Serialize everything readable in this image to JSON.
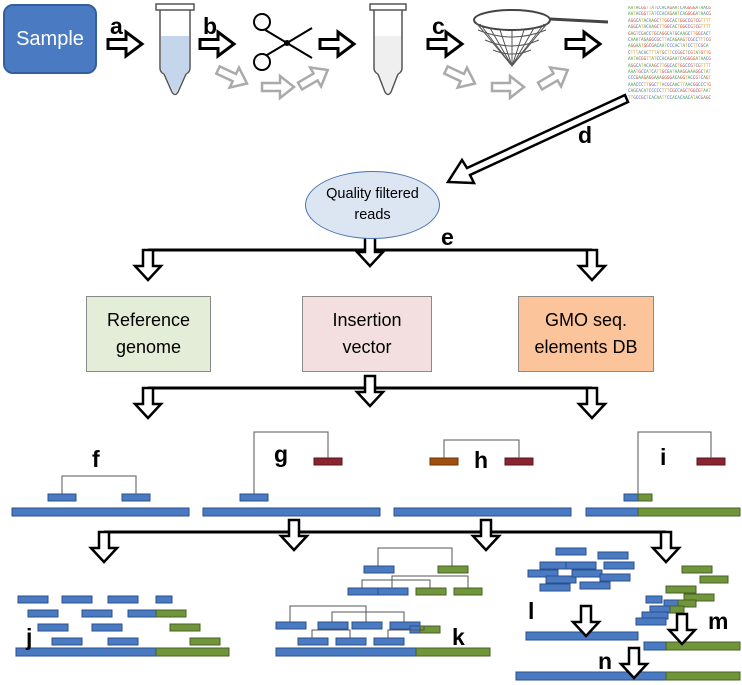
{
  "sample_label": "Sample",
  "quality_label": "Quality filtered\nreads",
  "boxes": {
    "reference": {
      "label": "Reference\ngenome",
      "fill": "#e4edd8"
    },
    "insertion": {
      "label": "Insertion\nvector",
      "fill": "#f3dfdf"
    },
    "gmo": {
      "label": "GMO seq.\nelements DB",
      "fill": "#fbc49a"
    }
  },
  "steps": {
    "a": "a",
    "b": "b",
    "c": "c",
    "d": "d",
    "e": "e",
    "f": "f",
    "g": "g",
    "h": "h",
    "i": "i",
    "j": "j",
    "k": "k",
    "l": "l",
    "m": "m",
    "n": "n"
  },
  "sequence_lines": [
    "AATACGGTTATCCACAGAATCAGGGGATAACG",
    "AATACGGTTATCCACAGAATCAGGGGATAACG",
    "AGGCATACAAGCTTGGCACTGGCCGTCGTTTT",
    "AGGCATACAAGCTTGGCACTGGCCGTCGTTTT",
    "GAGTCGACCTGCAGGCATGCAAGCTTGGCACT",
    "CAAATAGAGGCGCTTACAGAAGTCGCCTTTCG",
    "AGGAATGGCGACAATCCCACTATCCTTCGCA",
    "CTTTACACTTTATGCTTCCGGCTCGTATGTTG",
    "AATACGGTTATCCACAGAATCAGGGGATAACG",
    "AGGCATACAAGCTTGGCACTGGCCGTCGTTTT",
    "AAATGCCATCATTGCGATAAAGGAAAGGCTAT",
    "CCCGAAGAGGAAAGGGGACAGGTACCGTCAGT",
    "AAACCCTTGGCTTACGCAACTTAACGGCCCTG",
    "CAGCACATCCCCCTTTCGCCAGCTGGCGTAAT",
    "TTGCCGCTCACAATTCCACACAACATACGAGC"
  ],
  "sequence_colors": [
    "#3c9d3c",
    "#3a5fcd",
    "#d63b2b",
    "#e0a030"
  ],
  "colors": {
    "reference_seq": "#4a7bc2",
    "vector_seq": "#8b2330",
    "gmo_element": "#a0500e",
    "insert_seq": "#71963a"
  }
}
